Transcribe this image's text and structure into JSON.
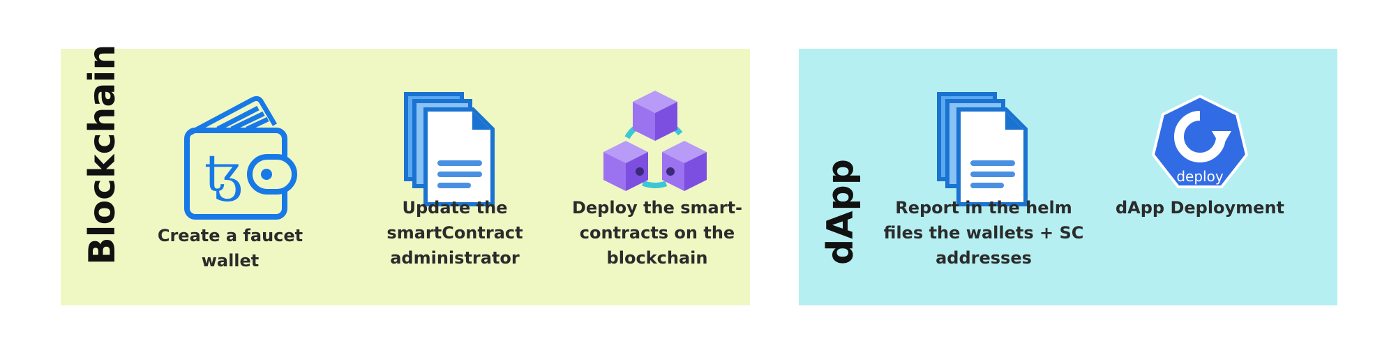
{
  "panels": {
    "blockchain": {
      "title": "Blockchain",
      "color": "#eff7c3",
      "steps": [
        {
          "label": "Create a faucet wallet",
          "icon": "tezos-wallet-icon"
        },
        {
          "label": "Update the\nsmartContract\nadministrator",
          "icon": "documents-icon"
        },
        {
          "label": "Deploy the smart-\ncontracts on the\nblockchain",
          "icon": "blockchain-cubes-icon"
        }
      ]
    },
    "dapp": {
      "title": "dApp",
      "color": "#b5eff1",
      "steps": [
        {
          "label": "Report in the helm\nfiles the wallets + SC\naddresses",
          "icon": "documents-icon"
        },
        {
          "label": "dApp Deployment",
          "icon": "kubernetes-deploy-icon",
          "icon_text": "deploy"
        }
      ]
    }
  },
  "colors": {
    "wallet_blue": "#1779e8",
    "doc_blue": "#1a73d1",
    "cube_purple": "#9b72ef",
    "link_cyan": "#3cc6d6",
    "k8s_blue": "#326ce5"
  }
}
